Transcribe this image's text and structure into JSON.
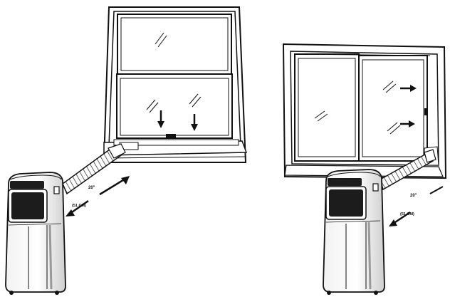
{
  "diagram": {
    "left_install": {
      "window_type": "double-hung window",
      "clearance_label": "20\"",
      "distance_label": "(51 CM)"
    },
    "right_install": {
      "window_type": "sliding window",
      "clearance_label": "20\"",
      "distance_label": "(51 CM)"
    }
  },
  "colors": {
    "ink": "#111111",
    "paper": "#ffffff",
    "body_shade": "#d7d7d7",
    "panel_dark": "#1c1c1c"
  }
}
